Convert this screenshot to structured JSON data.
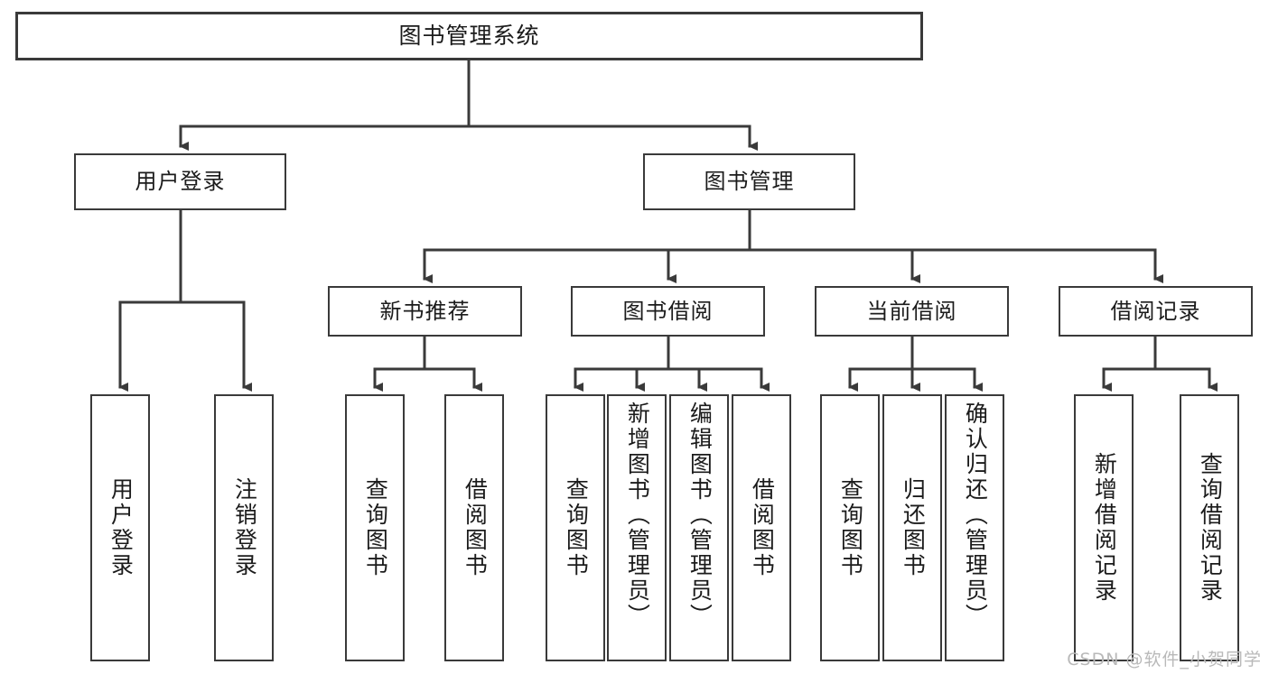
{
  "diagram": {
    "title": "图书管理系统",
    "type": "tree",
    "root": {
      "label": "图书管理系统"
    },
    "level2": [
      {
        "label": "用户登录"
      },
      {
        "label": "图书管理"
      }
    ],
    "level3": [
      {
        "label": "新书推荐"
      },
      {
        "label": "图书借阅"
      },
      {
        "label": "当前借阅"
      },
      {
        "label": "借阅记录"
      }
    ],
    "leaves": [
      {
        "label": "用户登录",
        "parent": "用户登录"
      },
      {
        "label": "注销登录",
        "parent": "用户登录"
      },
      {
        "label": "查询图书",
        "parent": "新书推荐"
      },
      {
        "label": "借阅图书",
        "parent": "新书推荐"
      },
      {
        "label": "查询图书",
        "parent": "图书借阅"
      },
      {
        "label": "新增图书（管理员）",
        "parent": "图书借阅"
      },
      {
        "label": "编辑图书（管理员）",
        "parent": "图书借阅"
      },
      {
        "label": "借阅图书",
        "parent": "图书借阅"
      },
      {
        "label": "查询图书",
        "parent": "当前借阅"
      },
      {
        "label": "归还图书",
        "parent": "当前借阅"
      },
      {
        "label": "确认归还（管理员）",
        "parent": "当前借阅"
      },
      {
        "label": "新增借阅记录",
        "parent": "借阅记录"
      },
      {
        "label": "查询借阅记录",
        "parent": "借阅记录"
      }
    ]
  },
  "watermark": {
    "text": "CSDN @软件_小贺同学"
  },
  "colors": {
    "box_border": "#3a3a3a",
    "box_fill": "#ffffff",
    "line": "#3a3a3a",
    "text": "#1b1b1b",
    "watermark": "#b9b9b9"
  }
}
